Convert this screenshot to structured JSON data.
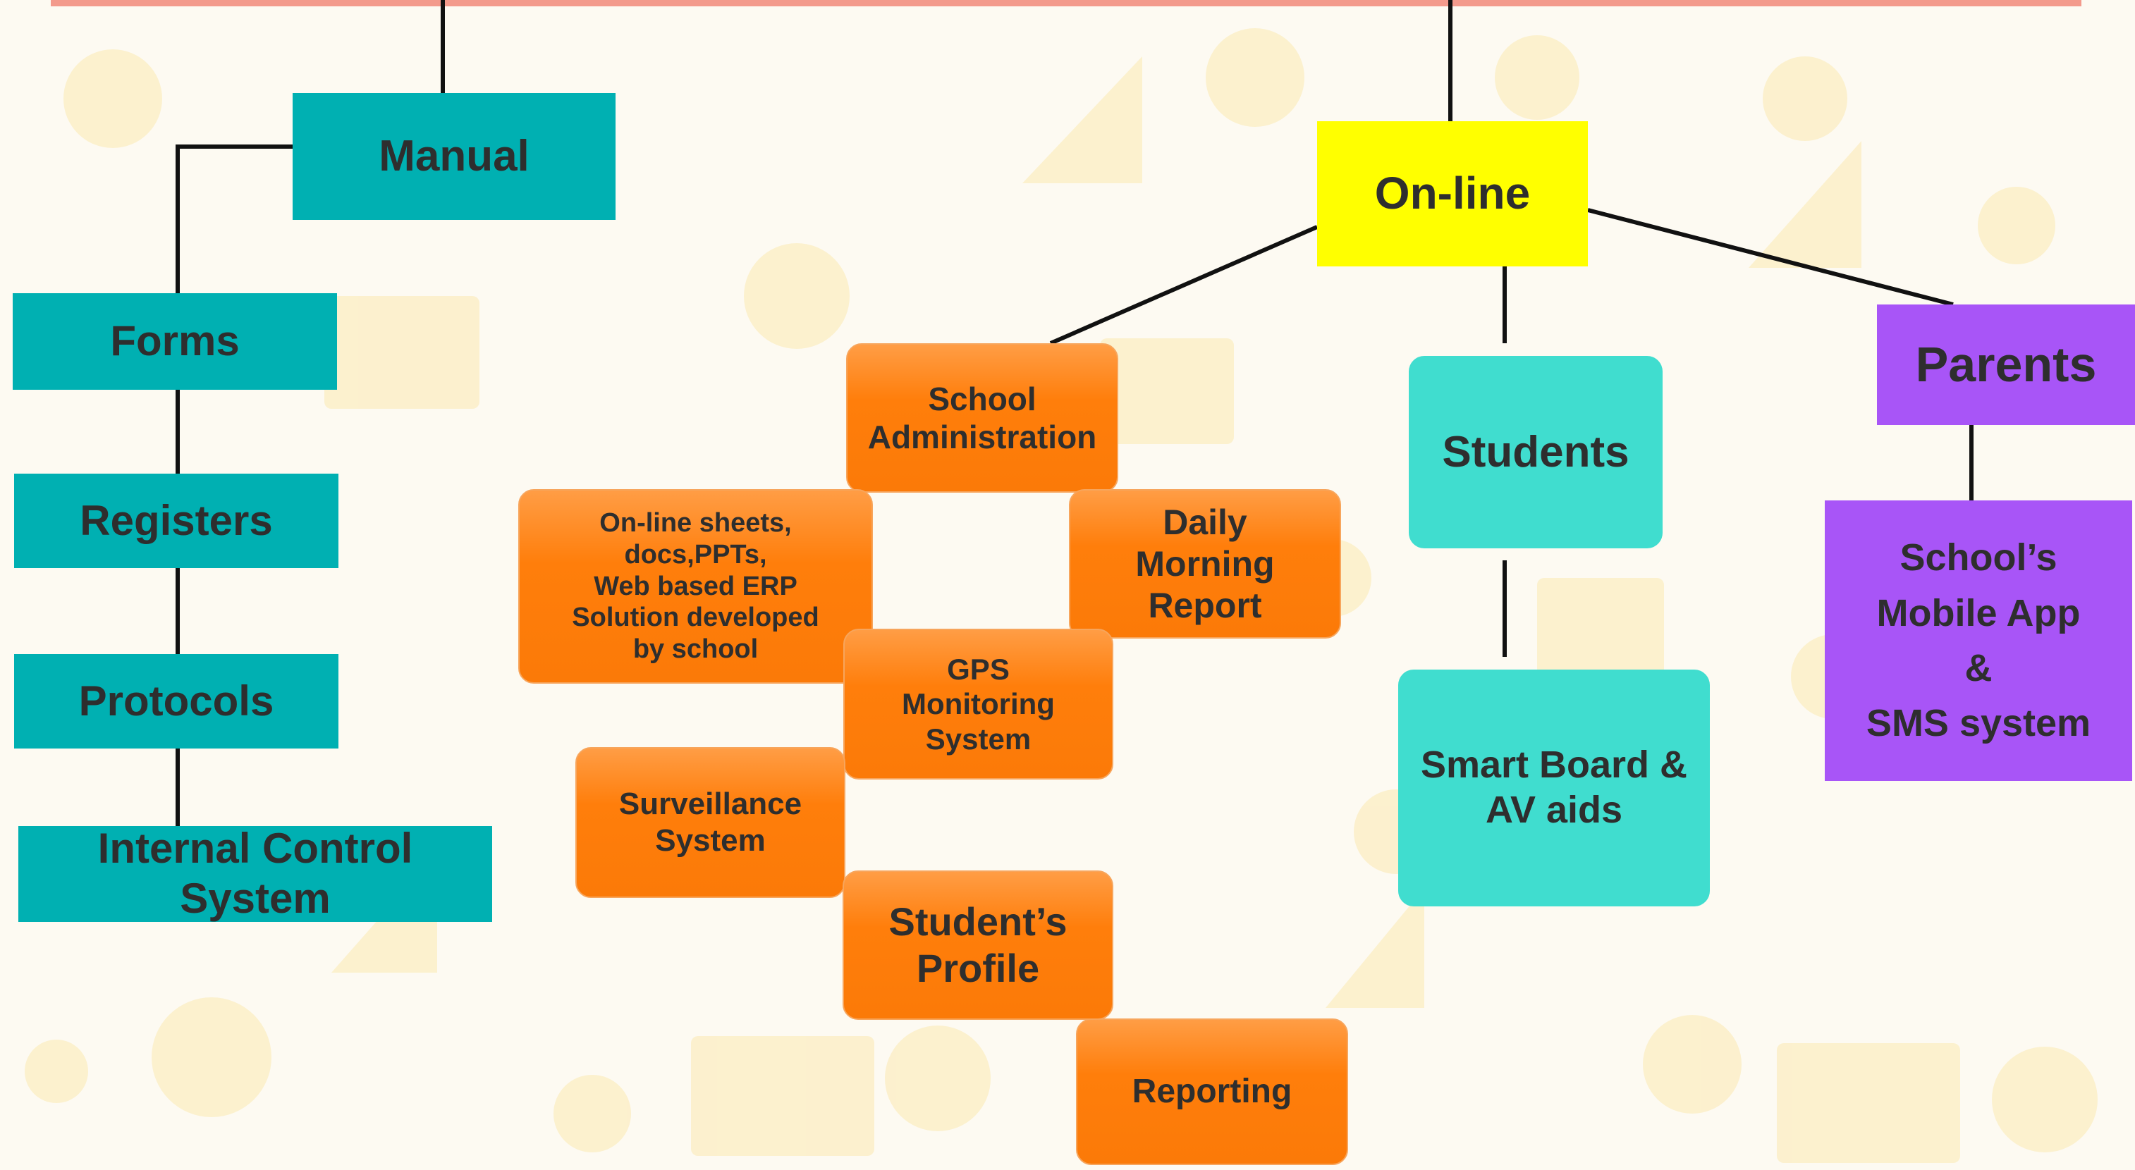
{
  "colors": {
    "top_bar": "#f39a8c",
    "manual_group": "#00b0b2",
    "online": "#ffff00",
    "school_admin_group": "#ff7e0b",
    "students_group": "#40ddcf",
    "parents_group": "#a855f7",
    "connector": "#111111"
  },
  "nodes": {
    "manual": "Manual",
    "forms": "Forms",
    "registers": "Registers",
    "protocols": "Protocols",
    "internal_control": "Internal Control System",
    "online": "On-line",
    "school_admin": "School\nAdministration",
    "online_sheets": "On-line sheets,\ndocs,PPTs,\nWeb based ERP\nSolution developed\nby school",
    "daily_report": "Daily\nMorning\nReport",
    "gps": "GPS\nMonitoring\nSystem",
    "surveillance": "Surveillance\nSystem",
    "student_profile": "Student’s\nProfile",
    "reporting": "Reporting",
    "students": "Students",
    "smart_board": "Smart Board &\nAV aids",
    "parents": "Parents",
    "mobile_app": "School’s\nMobile App\n&\nSMS system"
  }
}
